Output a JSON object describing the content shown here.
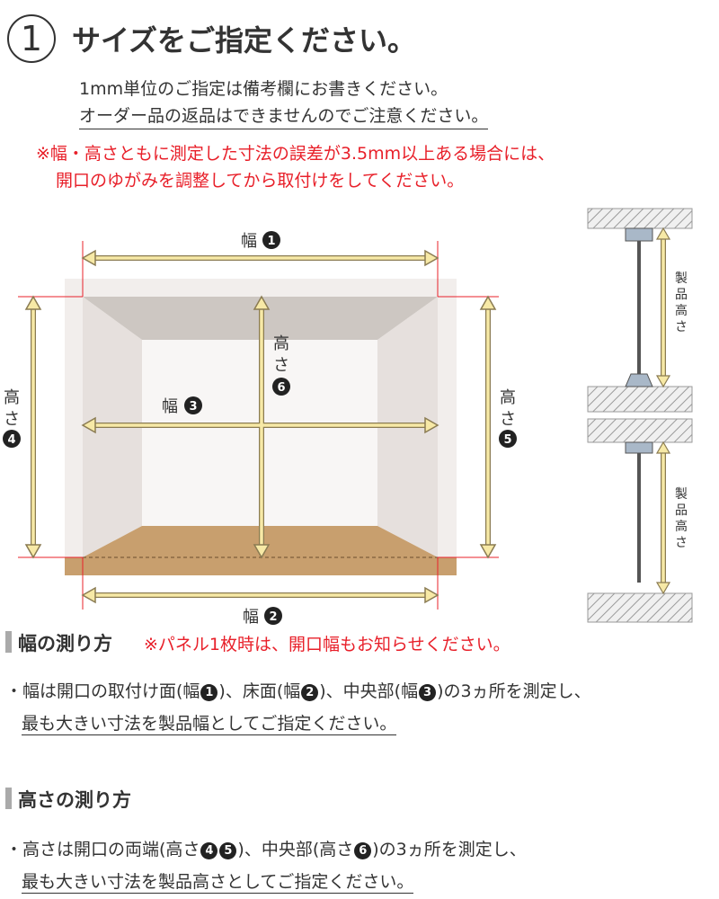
{
  "header": {
    "step_number": "1",
    "title": "サイズをご指定ください。",
    "note_1": "1mm単位のご指定は備考欄にお書きください。",
    "note_2": "オーダー品の返品はできませんのでご注意ください。",
    "warning_1": "※幅・高さともに測定した寸法の誤差が3.5mm以上ある場合には、",
    "warning_2": "開口のゆがみを調整してから取付けをしてください。"
  },
  "diagram": {
    "label_width": "幅",
    "label_height_1": "高",
    "label_height_2": "さ",
    "label_height": "高さ",
    "num_1": "1",
    "num_2": "2",
    "num_3": "3",
    "num_4": "4",
    "num_5": "5",
    "num_6": "6",
    "side_label_chars": [
      "製",
      "品",
      "高",
      "さ"
    ]
  },
  "width_section": {
    "title": "幅の測り方",
    "note": "※パネル1枚時は、開口幅もお知らせください。",
    "line1_a": "・幅は開口の取付け面(幅",
    "line1_b": ")、床面(幅",
    "line1_c": ")、中央部(幅",
    "line1_d": ")の3ヵ所を測定し、",
    "num_1": "1",
    "num_2": "2",
    "num_3": "3",
    "line2": "最も大きい寸法を製品幅としてご指定ください。"
  },
  "height_section": {
    "title": "高さの測り方",
    "line1_a": "・高さは開口の両端(高さ",
    "line1_b": ")、中央部(高さ",
    "line1_c": ")の3ヵ所を測定し、",
    "num_4": "4",
    "num_5": "5",
    "num_6": "6",
    "line2": "最も大きい寸法を製品高さとしてご指定ください。"
  },
  "colors": {
    "text": "#333333",
    "warning_red": "#e8202a",
    "arrow_fill": "#f7e9a6",
    "arrow_stroke": "#8a7b52",
    "floor": "#c89f6e",
    "ceiling": "#cdc7c2",
    "wall": "#f2eeec",
    "hatch": "#9a9a9a",
    "rod_fitting": "#a9b8c8"
  }
}
